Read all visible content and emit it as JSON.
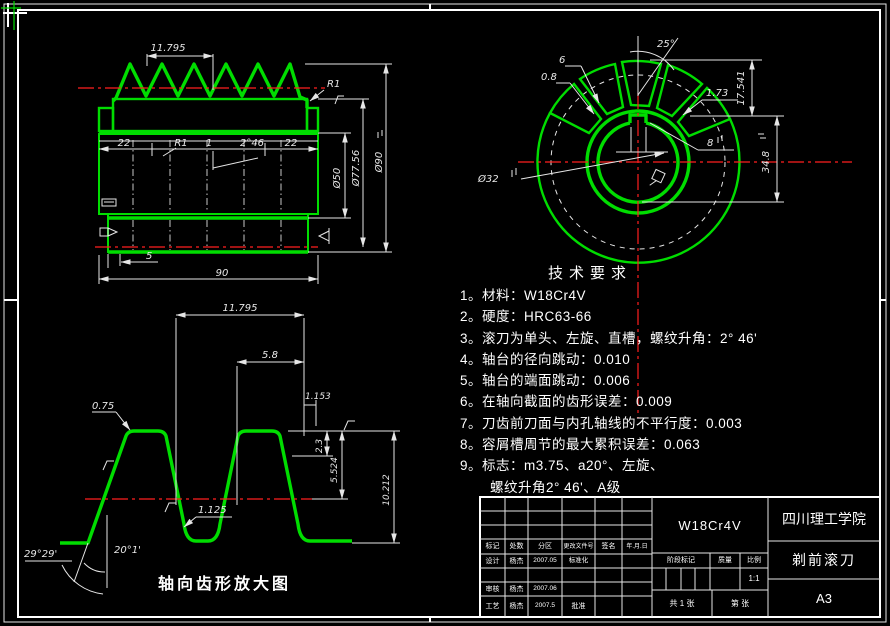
{
  "drawing": {
    "tech_requirements": {
      "title": "技术要求",
      "items": [
        "1。材料：W18Cr4V",
        "2。硬度：HRC63-66",
        "3。滚刀为单头、左旋、直槽，螺纹升角：2° 46'",
        "4。轴台的径向跳动：0.010",
        "5。轴台的端面跳动：0.006",
        "6。在轴向截面的齿形误差：0.009",
        "7。刀齿前刀面与内孔轴线的不平行度：0.003",
        "8。容屑槽周节的最大累积误差：0.063",
        "9。标志：m3.75、a20°、左旋、",
        "螺纹升角2° 46'、A级"
      ]
    },
    "side_view": {
      "dim_pitch": "11.795",
      "dim_left_land": "22",
      "dim_fillet": "R1",
      "dim_one": "1",
      "dim_lead_angle": "2°46",
      "dim_right_land": "22",
      "dim_fillet_top": "R1",
      "dim_step": "5",
      "dim_length": "90",
      "dim_hub_dia": "Ø50",
      "dim_root_dia": "Ø77.56",
      "dim_outer_dia": "Ø90"
    },
    "front_view": {
      "dim_gash_angle": "25°",
      "dim_six": "6",
      "dim_rough": "0.8",
      "dim_flute": "1.73",
      "dim_depth": "17.541",
      "dim_key_width": "8",
      "dim_key_depth": "34.8",
      "dim_bore": "Ø32"
    },
    "profile_view": {
      "title": "轴向齿形放大图",
      "dim_pitch": "11.795",
      "dim_top": "5.8",
      "dim_corner": "1.153",
      "dim_tip_r": "0.75",
      "dim_a": "2.3",
      "dim_b": "5.524",
      "dim_c": "10.212",
      "dim_root_r": "1.125",
      "dim_angle1": "20°1'",
      "dim_angle2": "29°29'"
    },
    "title_block": {
      "material": "W18Cr4V",
      "school": "四川理工学院",
      "part_name": "剃前滚刀",
      "sheet_size": "A3",
      "scale_value": "1:1",
      "col_mark": "标记",
      "col_count": "处数",
      "col_zone": "分区",
      "col_change_no": "更改文件号",
      "col_sign": "签名",
      "col_date": "年.月.日",
      "row_design": "设计",
      "row_check": "审核",
      "row_process": "工艺",
      "std_label": "标准化",
      "approve_label": "批准",
      "designer": "杨杰",
      "date1": "2007.05",
      "date2": "2007.06",
      "date3": "2007.5",
      "stage_label": "阶段标记",
      "weight_label": "质量",
      "scale_label": "比例",
      "sheets_total": "共 1 张",
      "sheet_no": "第 张"
    }
  }
}
